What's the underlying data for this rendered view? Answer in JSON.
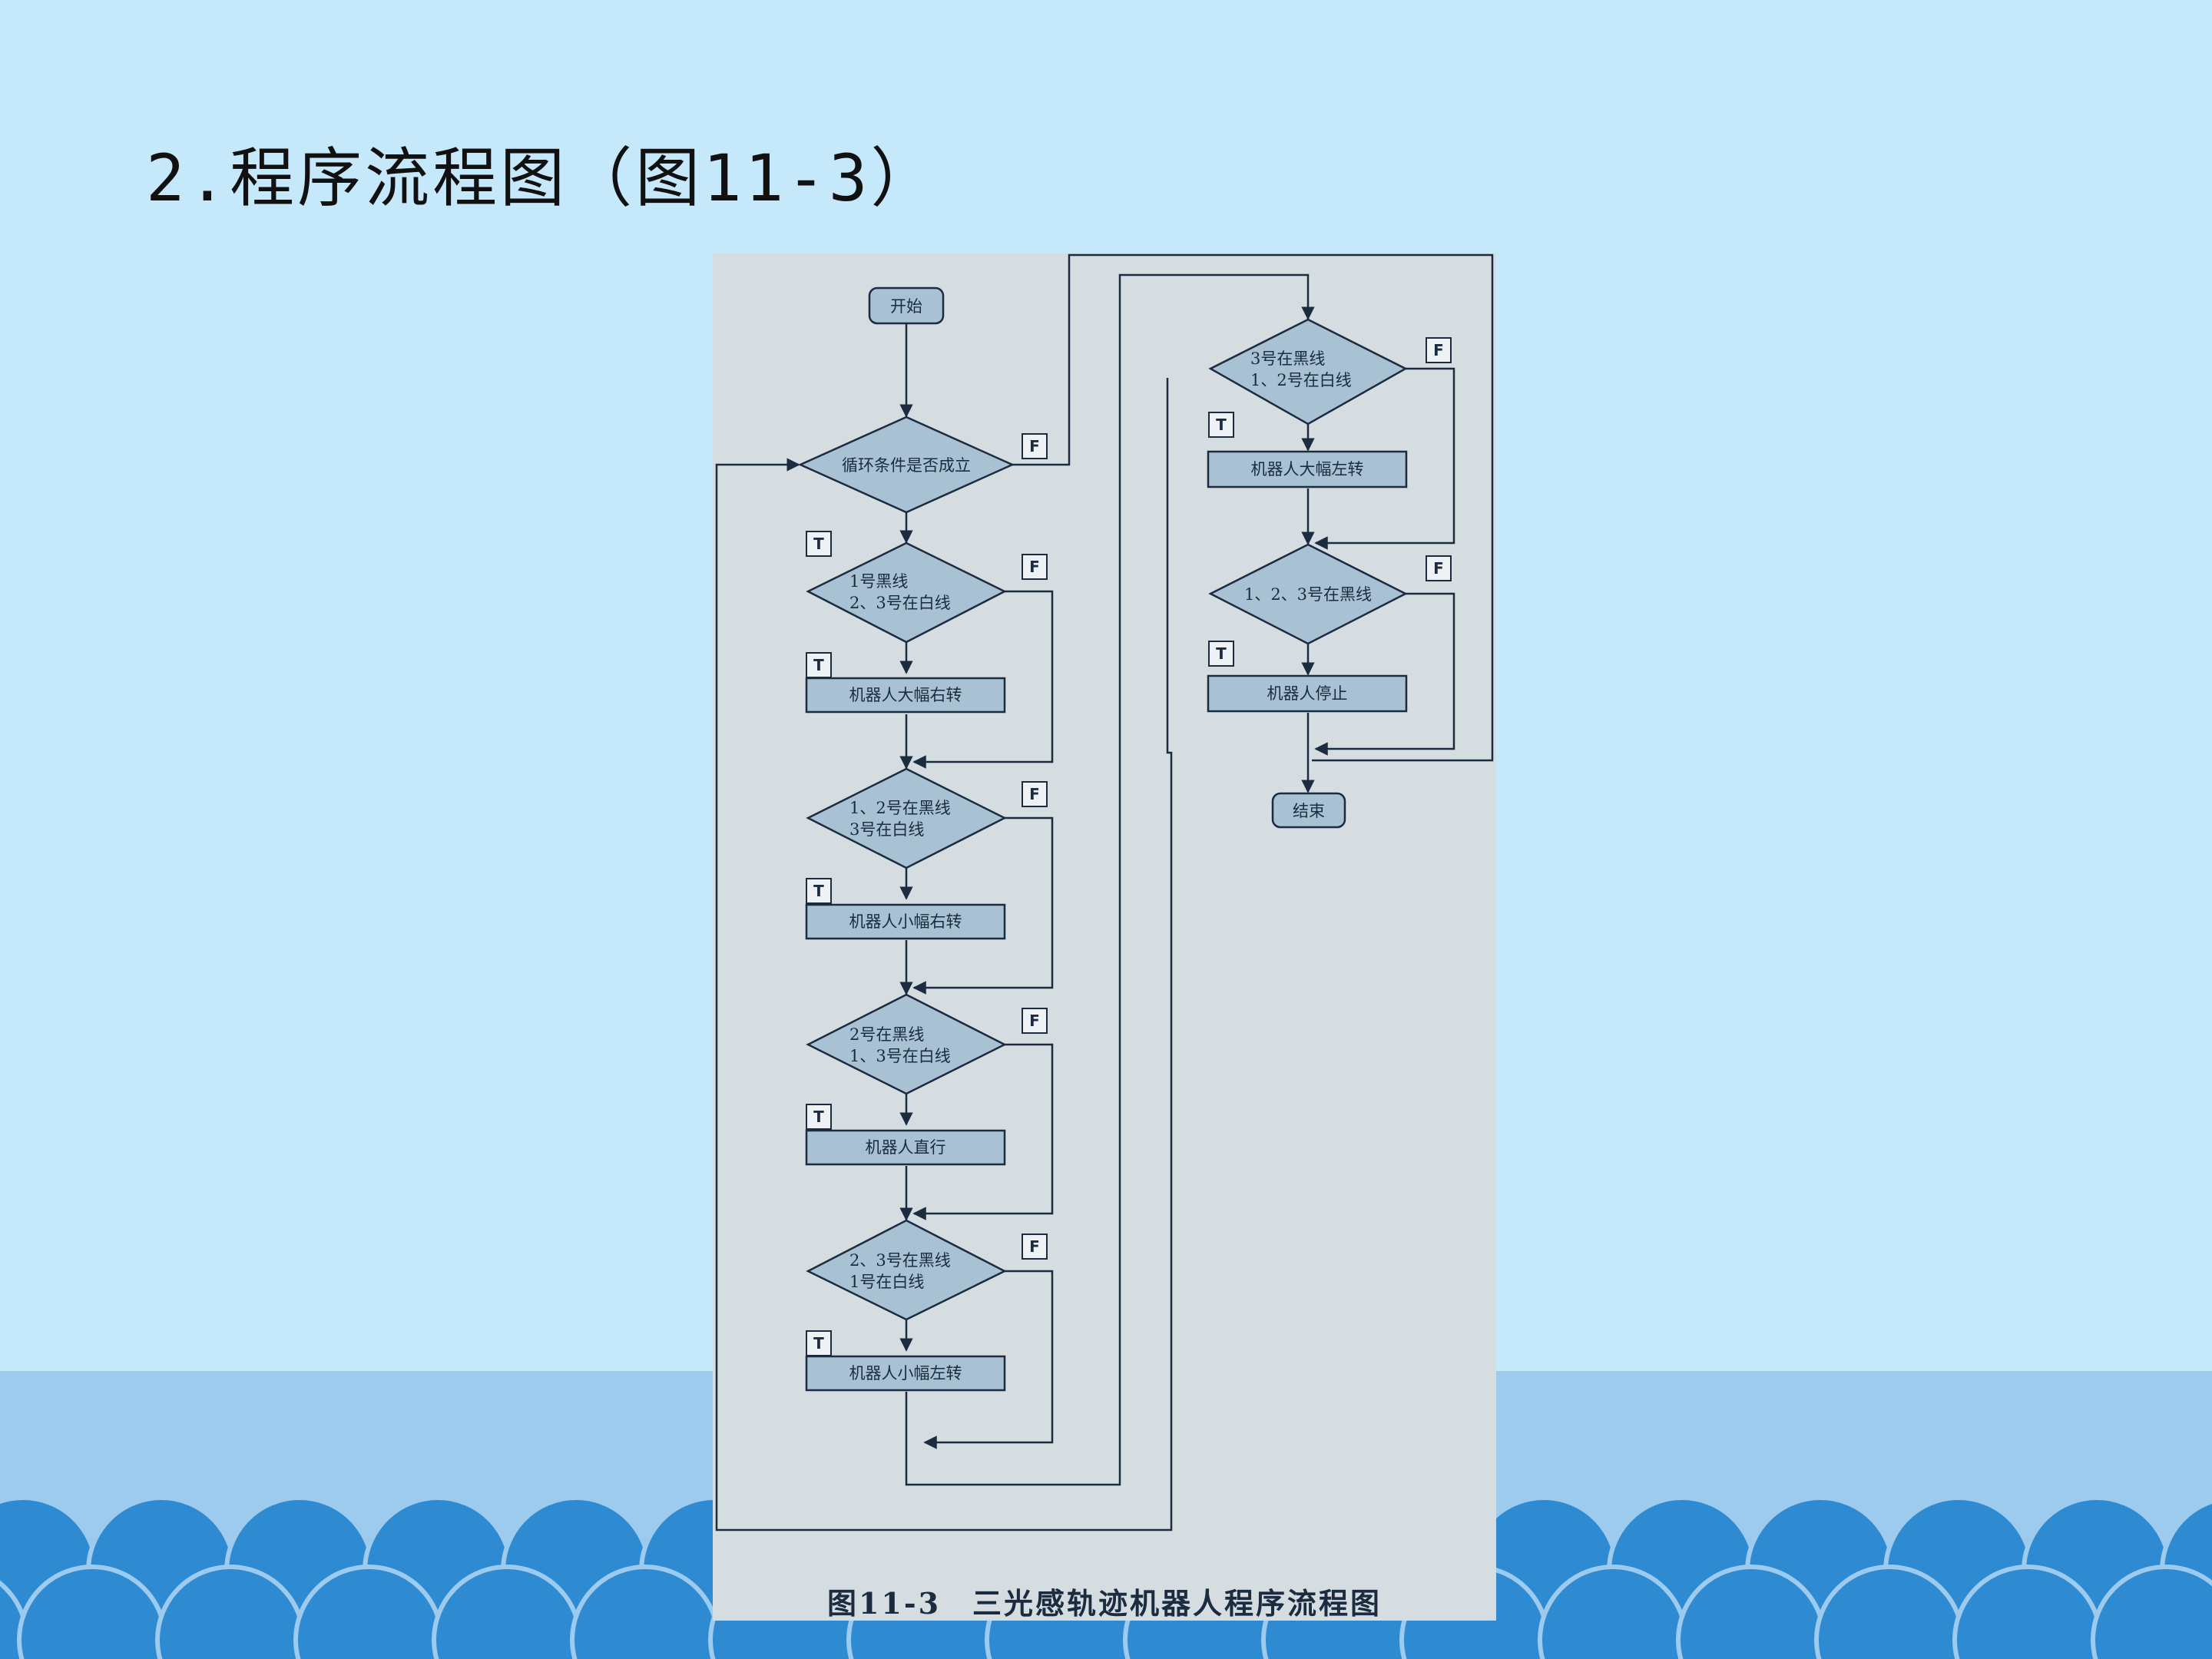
{
  "slide": {
    "title": "2.程序流程图（图11-3）"
  },
  "colors": {
    "background": "#c6e8fb",
    "band": "#9dcbee",
    "wave": "#2e8bd2",
    "figure_bg": "#d5dde1",
    "box_fill": "#a9c2d3",
    "line": "#1b2b40"
  },
  "flowchart": {
    "start_label": "开始",
    "loop_condition": "循环条件是否成立",
    "left_branch": [
      {
        "cond_line1": "1号黑线",
        "cond_line2": "2、3号在白线",
        "action": "机器人大幅右转"
      },
      {
        "cond_line1": "1、2号在黑线",
        "cond_line2": "3号在白线",
        "action": "机器人小幅右转"
      },
      {
        "cond_line1": "2号在黑线",
        "cond_line2": "1、3号在白线",
        "action": "机器人直行"
      },
      {
        "cond_line1": "2、3号在黑线",
        "cond_line2": "1号在白线",
        "action": "机器人小幅左转"
      }
    ],
    "right_branch": [
      {
        "cond_line1": "3号在黑线",
        "cond_line2": "1、2号在白线",
        "action": "机器人大幅左转"
      },
      {
        "cond_line1": "1、2、3号在黑线",
        "cond_line2": "",
        "action": "机器人停止"
      }
    ],
    "end_label": "结束",
    "true_tag": "T",
    "false_tag": "F",
    "caption": "图11-3　三光感轨迹机器人程序流程图"
  }
}
